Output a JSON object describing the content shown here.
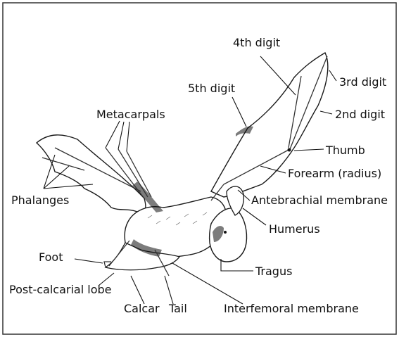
{
  "diagram": {
    "labels": {
      "fourth_digit": "4th digit",
      "third_digit": "3rd digit",
      "fifth_digit": "5th digit",
      "second_digit": "2nd digit",
      "metacarpals": "Metacarpals",
      "thumb": "Thumb",
      "forearm": "Forearm (radius)",
      "phalanges": "Phalanges",
      "antebrachial_membrane": "Antebrachial membrane",
      "humerus": "Humerus",
      "foot": "Foot",
      "tragus": "Tragus",
      "post_calcarial_lobe": "Post-calcarial lobe",
      "calcar": "Calcar",
      "tail": "Tail",
      "interfemoral_membrane": "Interfemoral membrane"
    },
    "colors": {
      "ink": "#111111",
      "frame": "#333333",
      "background": "#ffffff"
    }
  }
}
